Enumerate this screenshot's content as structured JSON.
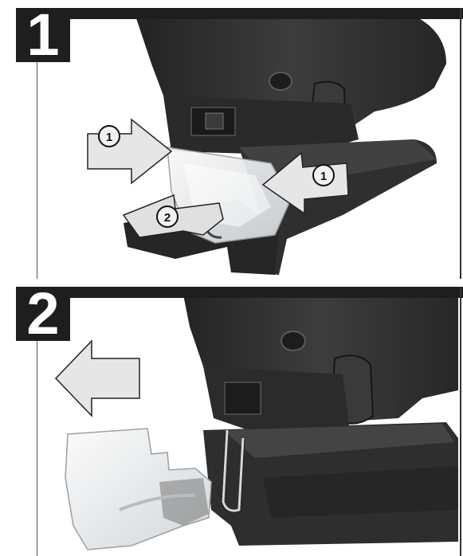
{
  "steps": [
    {
      "number": "1",
      "callouts": [
        "1",
        "2",
        "1"
      ]
    },
    {
      "number": "2"
    }
  ],
  "colors": {
    "tool_body": "#2e2e2e",
    "tool_shadow": "#1a1a1a",
    "tool_highlight": "#4a4a4a",
    "guard": "#e9ecef",
    "arrow_fill": "#e6e6e6",
    "step_box": "#1e1e1e"
  }
}
